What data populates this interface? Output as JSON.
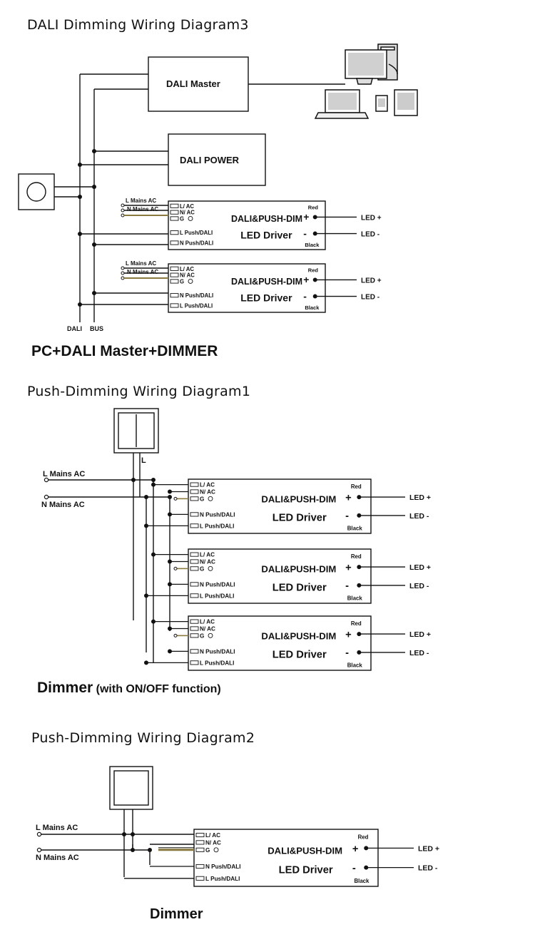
{
  "diagram3": {
    "title": "DALI  Dimming  Wiring Diagram3",
    "master": "DALI Master",
    "power": "DALI POWER",
    "caption": "PC+DALI Master+DIMMER",
    "bus_label_1": "DALI",
    "bus_label_2": "BUS",
    "drivers": [
      {
        "l_in": "L Mains AC",
        "n_in": "N Mains AC",
        "t1": "L/ AC",
        "t2": "N/ AC",
        "t3": "G",
        "t4": "L Push/DALI",
        "t5": "N Push/DALI",
        "name1": "DALI&PUSH-DIM",
        "name2": "LED Driver",
        "red": "Red",
        "black": "Black",
        "plus": "+",
        "minus": "-",
        "led_plus": "LED +",
        "led_minus": "LED -"
      },
      {
        "l_in": "L Mains AC",
        "n_in": "N Mains AC",
        "t1": "L/ AC",
        "t2": "N/ AC",
        "t3": "G",
        "t4": "N Push/DALI",
        "t5": "L Push/DALI",
        "name1": "DALI&PUSH-DIM",
        "name2": "LED Driver",
        "red": "Red",
        "black": "Black",
        "plus": "+",
        "minus": "-",
        "led_plus": "LED +",
        "led_minus": "LED -"
      }
    ]
  },
  "diagram1": {
    "title": "Push-Dimming Wiring Diagram1",
    "l_in": "L Mains AC",
    "n_in": "N Mains AC",
    "switch_label": "L",
    "caption_main": "Dimmer",
    "caption_sub": "(with ON/OFF function)",
    "drivers": [
      {
        "t1": "L/ AC",
        "t2": "N/ AC",
        "t3": "G",
        "t4": "N Push/DALI",
        "t5": "L Push/DALI",
        "name1": "DALI&PUSH-DIM",
        "name2": "LED Driver",
        "red": "Red",
        "black": "Black",
        "plus": "+",
        "minus": "-",
        "led_plus": "LED +",
        "led_minus": "LED -"
      },
      {
        "t1": "L/ AC",
        "t2": "N/ AC",
        "t3": "G",
        "t4": "N Push/DALI",
        "t5": "L Push/DALI",
        "name1": "DALI&PUSH-DIM",
        "name2": "LED Driver",
        "red": "Red",
        "black": "Black",
        "plus": "+",
        "minus": "-",
        "led_plus": "LED +",
        "led_minus": "LED -"
      },
      {
        "t1": "L/ AC",
        "t2": "N/ AC",
        "t3": "G",
        "t4": "N Push/DALI",
        "t5": "L Push/DALI",
        "name1": "DALI&PUSH-DIM",
        "name2": "LED Driver",
        "red": "Red",
        "black": "Black",
        "plus": "+",
        "minus": "-",
        "led_plus": "LED +",
        "led_minus": "LED -"
      }
    ]
  },
  "diagram2": {
    "title": "Push-Dimming Wiring Diagram2",
    "l_in": "L Mains AC",
    "n_in": "N Mains AC",
    "caption": "Dimmer",
    "driver": {
      "t1": "L/ AC",
      "t2": "N/ AC",
      "t3": "G",
      "t4": "N Push/DALI",
      "t5": "L Push/DALI",
      "name1": "DALI&PUSH-DIM",
      "name2": "LED Driver",
      "red": "Red",
      "black": "Black",
      "plus": "+",
      "minus": "-",
      "led_plus": "LED +",
      "led_minus": "LED -"
    }
  }
}
